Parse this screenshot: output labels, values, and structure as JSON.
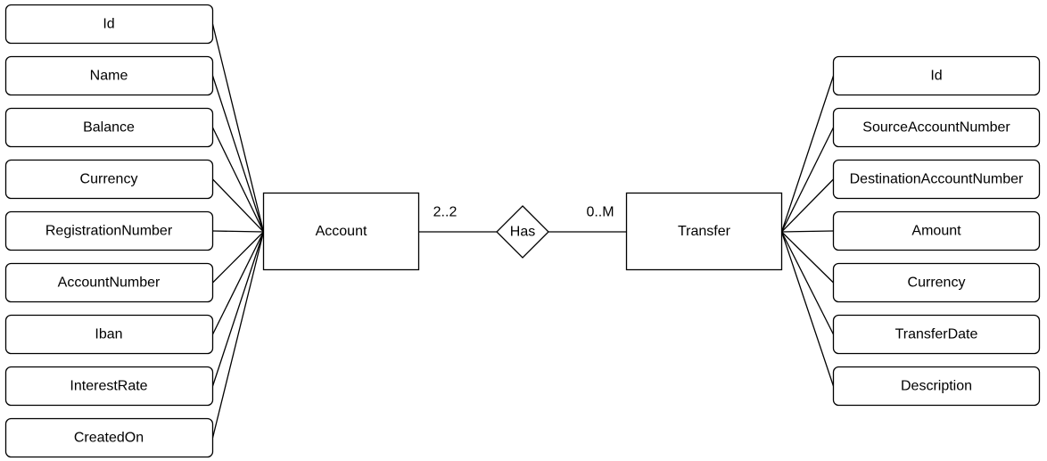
{
  "entities": {
    "account": {
      "label": "Account"
    },
    "transfer": {
      "label": "Transfer"
    }
  },
  "relationship": {
    "label": "Has",
    "cardinality_left": "2..2",
    "cardinality_right": "0..M"
  },
  "account_attributes": [
    "Id",
    "Name",
    "Balance",
    "Currency",
    "RegistrationNumber",
    "AccountNumber",
    "Iban",
    "InterestRate",
    "CreatedOn"
  ],
  "transfer_attributes": [
    "Id",
    "SourceAccountNumber",
    "DestinationAccountNumber",
    "Amount",
    "Currency",
    "TransferDate",
    "Description"
  ]
}
